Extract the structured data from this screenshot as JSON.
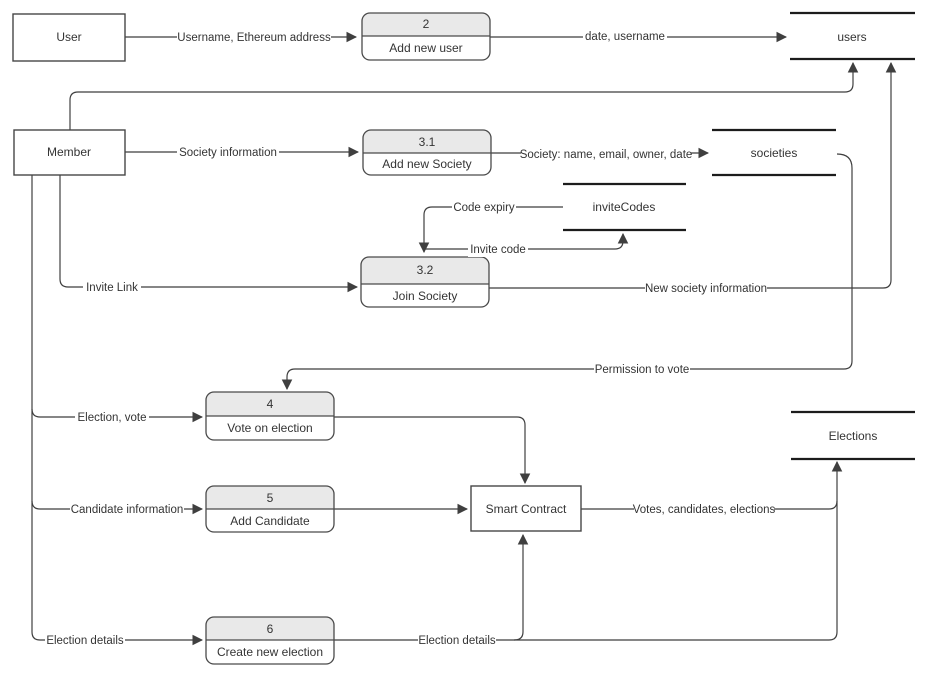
{
  "diagram": {
    "type": "data-flow-diagram",
    "colors": {
      "background": "#ffffff",
      "stroke": "#3f3f3f",
      "process_header_fill": "#e9e9e9",
      "datastore_line": "#1c1c1c"
    },
    "entities": {
      "user": {
        "label": "User"
      },
      "member": {
        "label": "Member"
      },
      "smart_contract": {
        "label": "Smart Contract"
      }
    },
    "processes": {
      "add_new_user": {
        "number": "2",
        "name": "Add new user"
      },
      "add_new_society": {
        "number": "3.1",
        "name": "Add new Society"
      },
      "join_society": {
        "number": "3.2",
        "name": "Join Society"
      },
      "vote_on_election": {
        "number": "4",
        "name": "Vote on election"
      },
      "add_candidate": {
        "number": "5",
        "name": "Add Candidate"
      },
      "create_new_election": {
        "number": "6",
        "name": "Create new election"
      }
    },
    "data_stores": {
      "users": {
        "label": "users"
      },
      "societies": {
        "label": "societies"
      },
      "invite_codes": {
        "label": "inviteCodes"
      },
      "elections": {
        "label": "Elections"
      }
    },
    "flows": {
      "username_ethereum_address": {
        "label": "Username, Ethereum address",
        "from": "User",
        "to": "Add new user"
      },
      "date_username": {
        "label": "date, username",
        "from": "Add new user",
        "to": "users"
      },
      "member_to_users": {
        "label": "",
        "from": "Member",
        "to": "users"
      },
      "society_information": {
        "label": "Society information",
        "from": "Member",
        "to": "Add new Society"
      },
      "society_fields": {
        "label": "Society: name, email, owner, date",
        "from": "Add new Society",
        "to": "societies"
      },
      "code_expiry": {
        "label": "Code expiry",
        "from": "inviteCodes",
        "to": "Join Society"
      },
      "invite_code": {
        "label": "Invite code",
        "from": "Join Society",
        "to": "inviteCodes"
      },
      "invite_link": {
        "label": "Invite Link",
        "from": "Member",
        "to": "Join Society"
      },
      "new_society_information": {
        "label": "New society information",
        "from": "Join Society",
        "to": "users"
      },
      "permission_to_vote": {
        "label": "Permission to vote",
        "from": "societies",
        "to": "Vote on election"
      },
      "election_vote": {
        "label": "Election, vote",
        "from": "Member",
        "to": "Vote on election"
      },
      "candidate_information": {
        "label": "Candidate information",
        "from": "Member",
        "to": "Add Candidate"
      },
      "election_details_member": {
        "label": "Election details",
        "from": "Member",
        "to": "Create new election"
      },
      "vote_to_contract": {
        "label": "",
        "from": "Vote on election",
        "to": "Smart Contract"
      },
      "candidate_to_contract": {
        "label": "",
        "from": "Add Candidate",
        "to": "Smart Contract"
      },
      "election_details_out": {
        "label": "Election details",
        "from": "Create new election",
        "to": "Smart Contract, Elections"
      },
      "votes_candidates_elections": {
        "label": "Votes, candidates, elections",
        "from": "Smart Contract",
        "to": "Elections"
      }
    }
  }
}
